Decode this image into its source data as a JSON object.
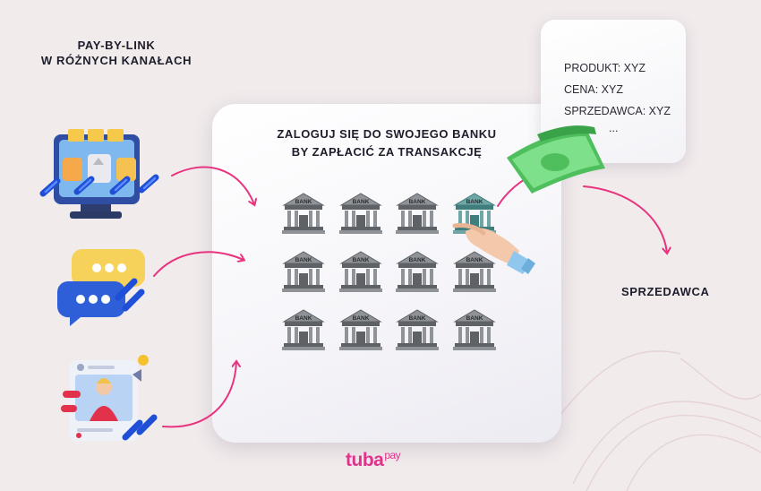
{
  "heading": {
    "line1": "PAY-BY-LINK",
    "line2": "W RÓŻNYCH KANAŁACH"
  },
  "channels": [
    {
      "name": "online-shop-icon"
    },
    {
      "name": "chat-bubbles-icon"
    },
    {
      "name": "social-media-post-icon"
    }
  ],
  "panel": {
    "title_line1": "ZALOGUJ SIĘ DO SWOJEGO BANKU",
    "title_line2": "BY ZAPŁACIĆ ZA TRANSAKCJĘ",
    "bank_label": "BANK",
    "rows": 3,
    "cols": 4,
    "selected_bank": {
      "row": 1,
      "col": 4
    }
  },
  "transaction": {
    "product": "PRODUKT: XYZ",
    "price": "CENA: XYZ",
    "seller": "SPRZEDAWCA: XYZ",
    "more": "..."
  },
  "seller_label": "SPRZEDAWCA",
  "logo": {
    "main": "tuba",
    "sub": "pay"
  },
  "colors": {
    "background": "#f1ebec",
    "arrow": "#e8337f",
    "logo": "#e0338c",
    "bank": "#8f9296",
    "bank_selected": "#6fa7a6",
    "money": "#5fd46c"
  }
}
